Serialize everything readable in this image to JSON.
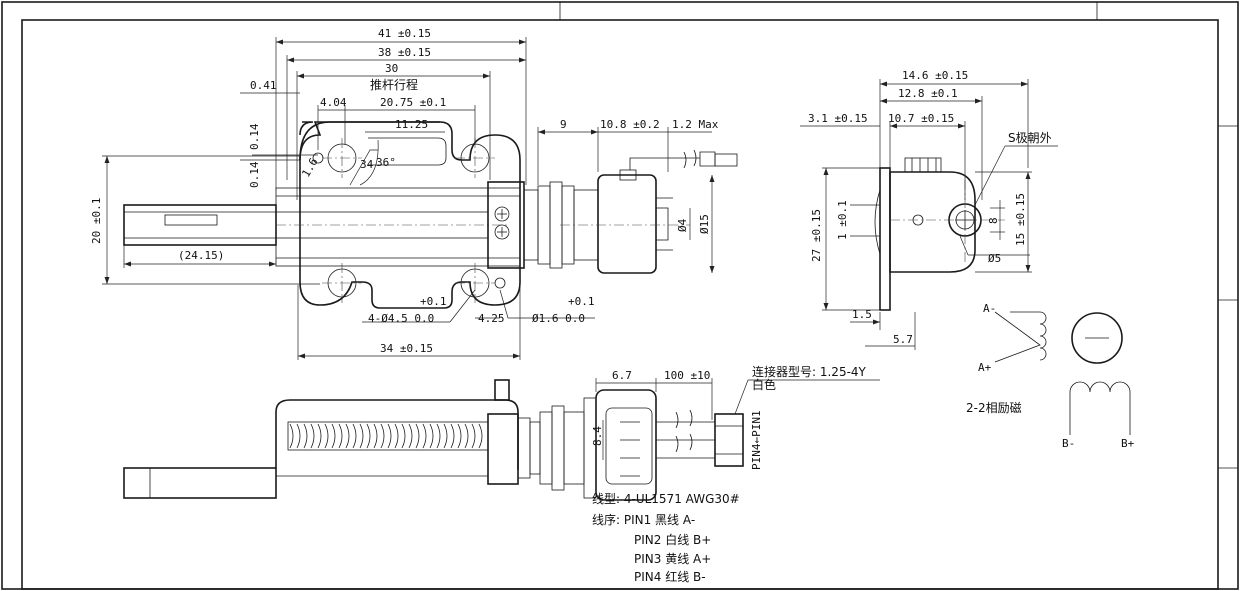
{
  "top_view": {
    "dim_overall": "41 ±0.15",
    "dim_38": "38 ±0.15",
    "dim_30": "30",
    "stroke_label": "推杆行程",
    "dim_041": "0.41",
    "dim_404": "4.04",
    "dim_2075": "20.75 ±0.1",
    "dim_1125": "11.25",
    "dim_014a": "0.14",
    "dim_014b": "0.14",
    "dim_16": "1.6",
    "dim_34": "34",
    "dim_36deg": "36°",
    "dim_20": "20 ±0.1",
    "dim_2415": "(24.15)",
    "dim_9": "9",
    "dim_108": "10.8 ±0.2",
    "dim_12max": "1.2 Max",
    "dim_phi4": "Ø4",
    "dim_phi15": "Ø15",
    "hole_left_tol_top": "+0.1",
    "hole_left_label": "4-Ø4.5  0.0",
    "dim_425": "4.25",
    "hole_right_tol_top": "+0.1",
    "hole_right_label": "Ø1.6  0.0",
    "dim_34b": "34 ±0.15"
  },
  "side_view": {
    "dim_146": "14.6 ±0.15",
    "dim_128": "12.8 ±0.1",
    "dim_31": "3.1 ±0.15",
    "dim_107": "10.7 ±0.15",
    "s_pole_label": "S极朝外",
    "dim_27": "27 ±0.15",
    "dim_1": "1 ±0.1",
    "dim_8": "8",
    "dim_15": "15 ±0.15",
    "dim_phi5": "Ø5",
    "dim_15b": "1.5",
    "dim_57": "5.7"
  },
  "schematic": {
    "a_minus": "A-",
    "a_plus": "A+",
    "b_minus": "B-",
    "b_plus": "B+",
    "excitation": "2-2相励磁"
  },
  "bottom_view": {
    "dim_67": "6.7",
    "dim_100": "100 ±10",
    "connector_label": "连接器型号: 1.25-4Y",
    "connector_color": "白色",
    "pin_label": "PIN4←PIN1",
    "dim_84": "8.4"
  },
  "wire_spec": {
    "type_label": "线型: 4-UL1571 AWG30#",
    "order_label": "线序: PIN1 黑线 A-",
    "pin2": "PIN2 白线 B+",
    "pin3": "PIN3 黄线 A+",
    "pin4": "PIN4 红线 B-"
  }
}
